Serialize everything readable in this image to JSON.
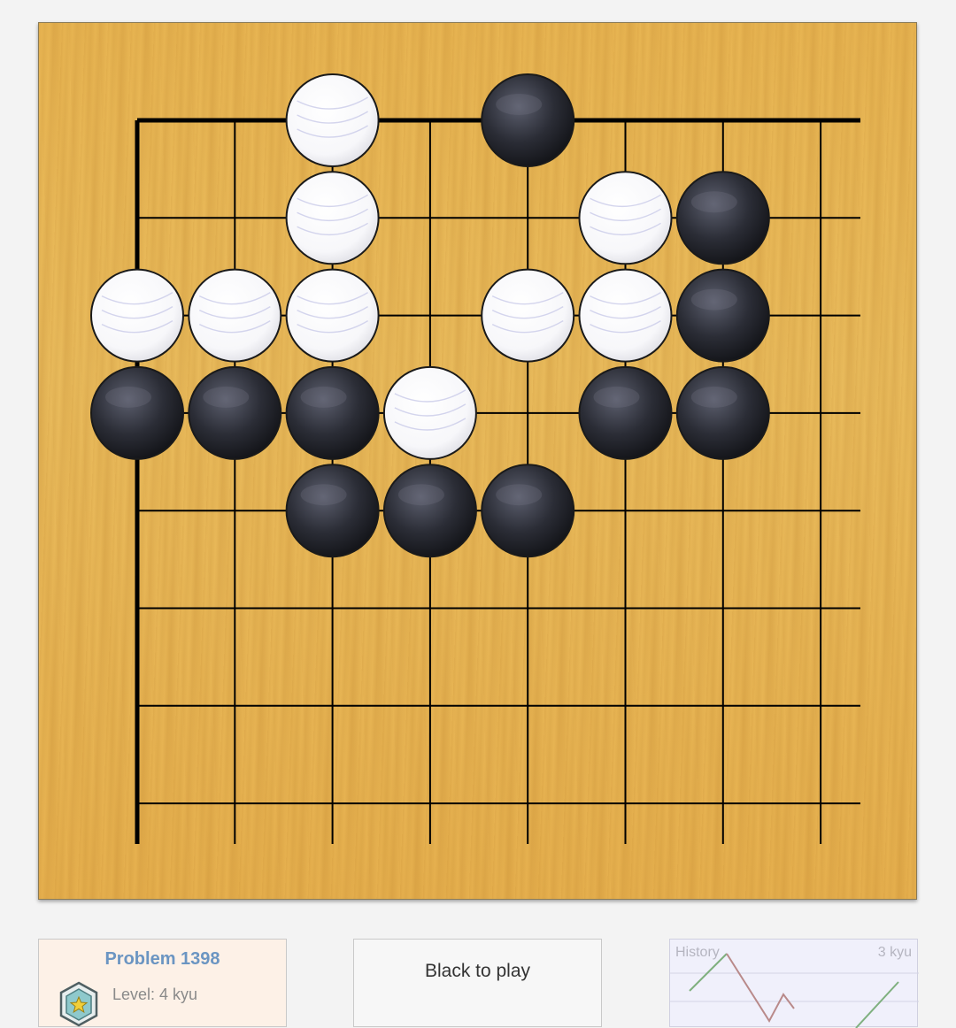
{
  "board": {
    "size": 19,
    "visible_cols": 8,
    "visible_rows": 8,
    "stones": [
      {
        "color": "white",
        "col": 2,
        "row": 0
      },
      {
        "color": "black",
        "col": 4,
        "row": 0
      },
      {
        "color": "white",
        "col": 2,
        "row": 1
      },
      {
        "color": "white",
        "col": 5,
        "row": 1
      },
      {
        "color": "black",
        "col": 6,
        "row": 1
      },
      {
        "color": "white",
        "col": 0,
        "row": 2
      },
      {
        "color": "white",
        "col": 1,
        "row": 2
      },
      {
        "color": "white",
        "col": 2,
        "row": 2
      },
      {
        "color": "white",
        "col": 4,
        "row": 2
      },
      {
        "color": "white",
        "col": 5,
        "row": 2
      },
      {
        "color": "black",
        "col": 6,
        "row": 2
      },
      {
        "color": "black",
        "col": 0,
        "row": 3
      },
      {
        "color": "black",
        "col": 1,
        "row": 3
      },
      {
        "color": "black",
        "col": 2,
        "row": 3
      },
      {
        "color": "white",
        "col": 3,
        "row": 3
      },
      {
        "color": "black",
        "col": 5,
        "row": 3
      },
      {
        "color": "black",
        "col": 6,
        "row": 3
      },
      {
        "color": "black",
        "col": 2,
        "row": 4
      },
      {
        "color": "black",
        "col": 3,
        "row": 4
      },
      {
        "color": "black",
        "col": 4,
        "row": 4
      }
    ]
  },
  "problem": {
    "title": "Problem 1398",
    "level": "Level: 4 kyu"
  },
  "status": {
    "to_play": "Black to play"
  },
  "history": {
    "label": "History",
    "rank": "3 kyu",
    "line_up_color": "#7fb07f",
    "line_down_color": "#b98a8a"
  },
  "colors": {
    "board": "#e8b552",
    "grid": "#000000",
    "problem_title": "#6b95c2"
  }
}
